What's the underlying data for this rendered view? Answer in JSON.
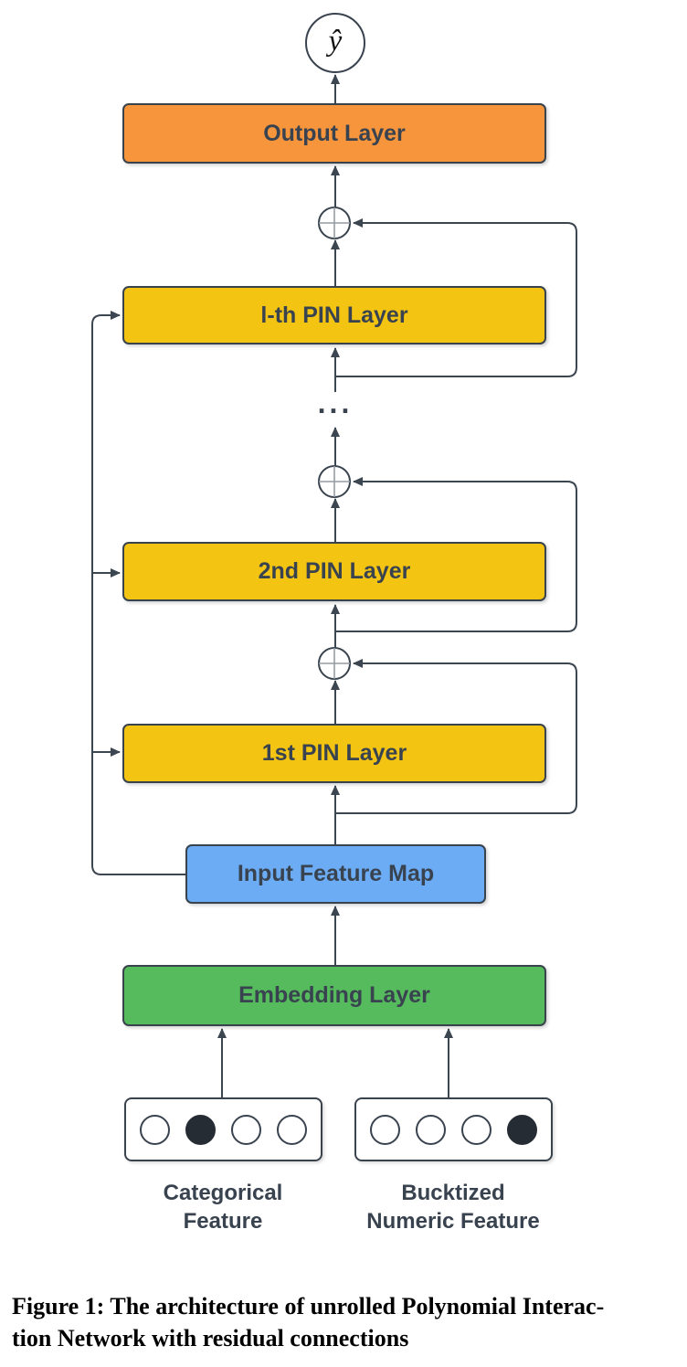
{
  "figure": {
    "nodes": {
      "yhat": {
        "label": "ŷ"
      },
      "output": {
        "label": "Output Layer",
        "fill": "#F7953D"
      },
      "pin_l": {
        "label": "l-th PIN Layer",
        "fill": "#F4C413"
      },
      "pin_2": {
        "label": "2nd PIN Layer",
        "fill": "#F4C413"
      },
      "pin_1": {
        "label": "1st PIN Layer",
        "fill": "#F4C413"
      },
      "input_feature_map": {
        "label": "Input Feature Map",
        "fill": "#6CACF5"
      },
      "embedding": {
        "label": "Embedding Layer",
        "fill": "#55BB5D"
      },
      "ellipsis": "...",
      "sum_operator": "⊕"
    },
    "inputs": {
      "categorical": {
        "label_line1": "Categorical",
        "label_line2": "Feature",
        "cells": [
          "empty",
          "filled",
          "empty",
          "empty"
        ]
      },
      "bucktized": {
        "label_line1": "Bucktized",
        "label_line2": "Numeric Feature",
        "cells": [
          "empty",
          "empty",
          "empty",
          "filled"
        ]
      }
    },
    "colors": {
      "connector": "#3C4650",
      "node_border": "#39434D",
      "node_text": "#39434F",
      "filled_cell": "#262C34",
      "sum_cross": "#959CA4"
    }
  },
  "caption": {
    "line1": "Figure 1: The architecture of unrolled Polynomial Interac-",
    "line2": "tion Network with residual connections"
  }
}
